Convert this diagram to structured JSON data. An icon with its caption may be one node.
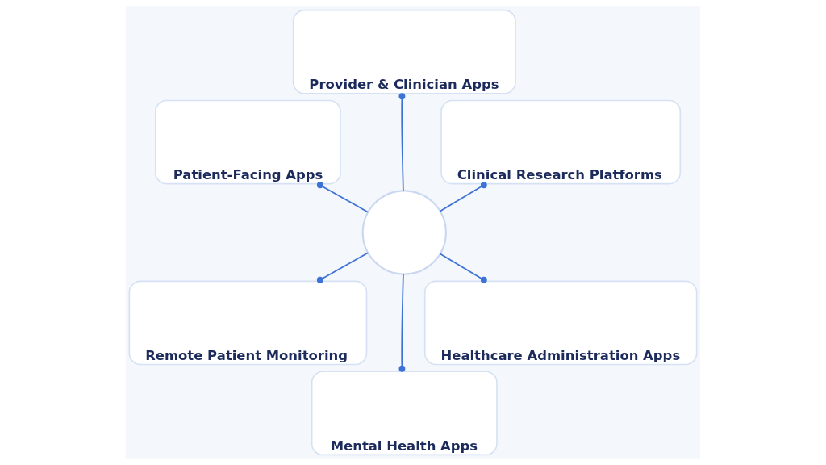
{
  "diagram": {
    "nodes": [
      {
        "text": [
          "Patient-Facing Apps"
        ]
      },
      {
        "text": [
          "Provider & Clinician Apps"
        ]
      },
      {
        "text": [
          "Clinical Research Platforms"
        ]
      },
      {
        "text": [],
        "shape": "circle"
      },
      {
        "text": [
          "Remote Patient Monitoring"
        ]
      },
      {
        "text": [
          "Mental Health Apps"
        ]
      },
      {
        "text": [
          "Healthcare Administration Apps"
        ]
      }
    ],
    "edges": [
      {
        "from": 3,
        "to": 0,
        "arrow": "other"
      },
      {
        "from": 3,
        "to": 1,
        "arrow": "other"
      },
      {
        "from": 3,
        "to": 2,
        "arrow": "other"
      },
      {
        "from": 3,
        "to": 4,
        "arrow": "other"
      },
      {
        "from": 3,
        "to": 5,
        "arrow": "other"
      },
      {
        "from": 3,
        "to": 6,
        "arrow": "other"
      }
    ]
  }
}
